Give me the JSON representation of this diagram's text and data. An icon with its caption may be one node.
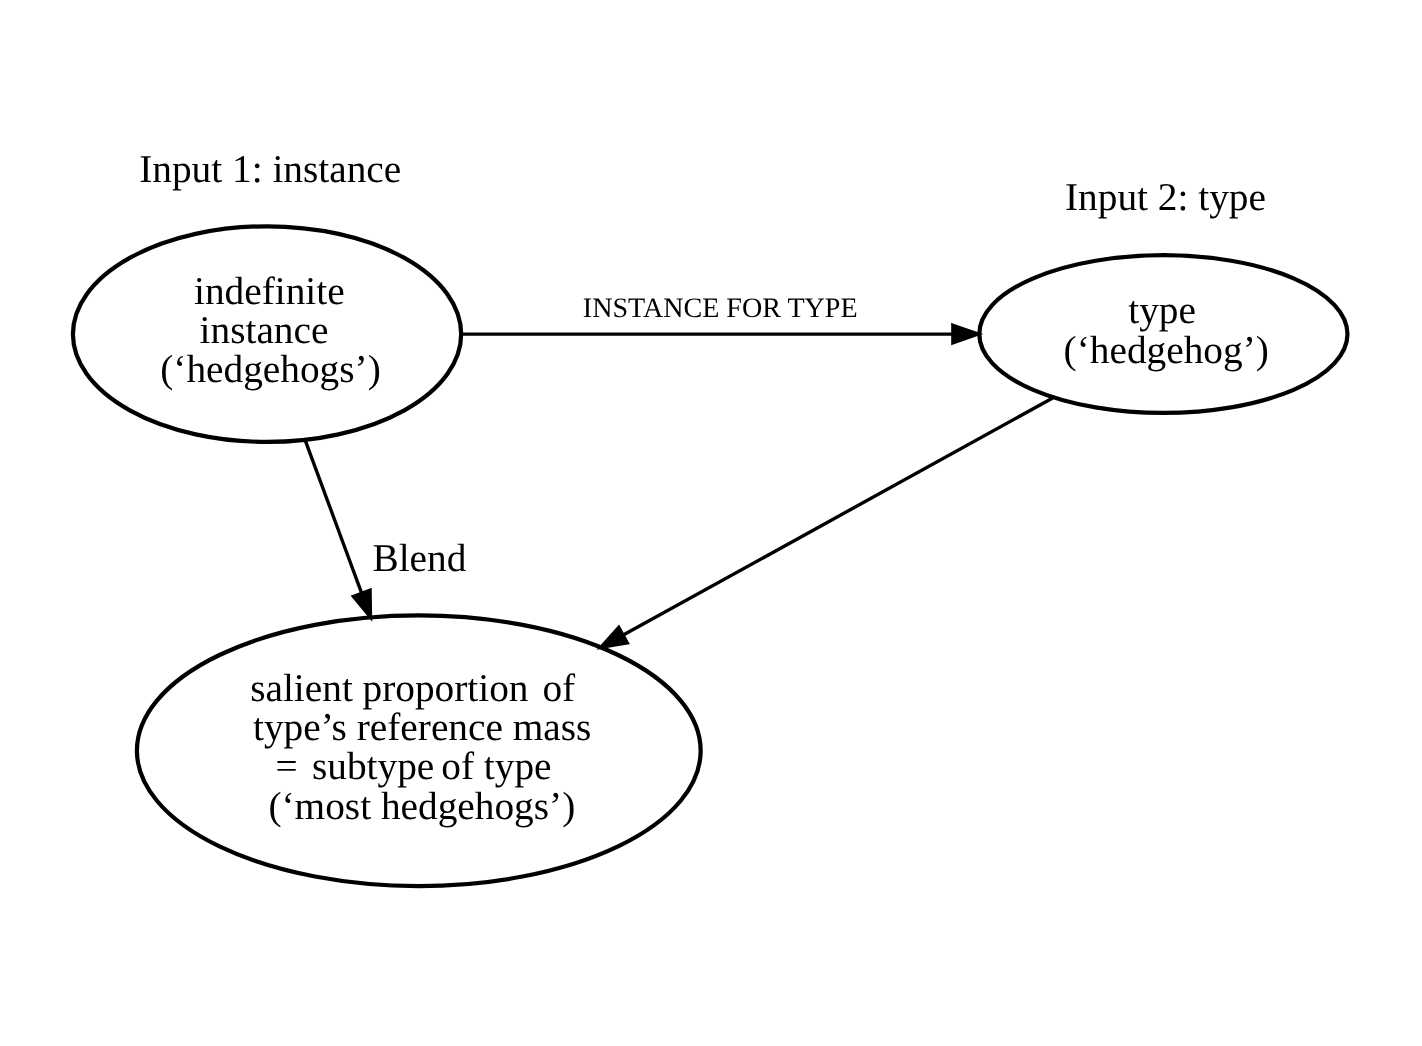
{
  "diagram": {
    "nodes": [
      {
        "text": [
          "Input 1: instance",
          "indefinite **instance** (‘hedgehogs’)"
        ]
      },
      {
        "text": [
          "Input 2: type",
          "**type** (‘hedgehog’)"
        ]
      },
      {
        "text": [
          "Blend",
          "salient **proportion** of type’s reference mass = **subtype** of type (‘most hedgehogs’)"
        ]
      }
    ],
    "edges": [
      {
        "from": 0,
        "to": 1,
        "arrow": "to",
        "label": "INSTANCE FOR TYPE"
      },
      {
        "from": 0,
        "to": 2,
        "arrow": "to"
      },
      {
        "from": 1,
        "to": 2,
        "arrow": "to"
      }
    ]
  }
}
